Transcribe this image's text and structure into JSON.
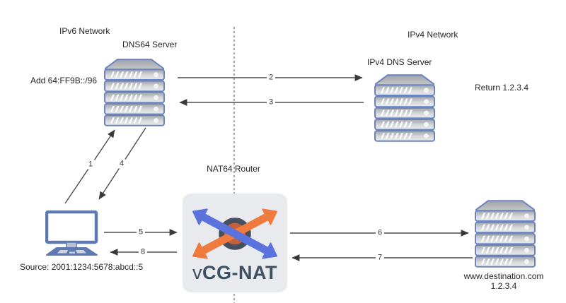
{
  "colors": {
    "arrow_blue": "#5b74dd",
    "arrow_orange": "#ef7a3e",
    "ring_stroke": "#46505e",
    "ring_fill": "#c4613c",
    "router_box_bg": "#e8eaed",
    "router_label_color": "#3d4f63",
    "server_border": "#6b84bd",
    "monitor_border": "#5f7ab2",
    "line_color": "#4d4d4d"
  },
  "zones": {
    "ipv6_label": "IPv6 Network",
    "ipv4_label": "IPv4 Network"
  },
  "divider": {
    "label": "NAT64 Router"
  },
  "nodes": {
    "dns64": {
      "label": "DNS64 Server",
      "note": "Add 64:FF9B::/96"
    },
    "ipv4dns": {
      "label": "IPv4 DNS Server",
      "note": "Return 1.2.3.4"
    },
    "client": {
      "caption": "Source: 2001:1234:5678:abcd::5"
    },
    "router": {
      "label": "vCG-NAT"
    },
    "destination": {
      "caption_line1": "www.destination.com",
      "caption_line2": "1.2.3.4"
    }
  },
  "flows": [
    {
      "step": "1",
      "from": "client",
      "to": "dns64"
    },
    {
      "step": "2",
      "from": "dns64",
      "to": "ipv4dns"
    },
    {
      "step": "3",
      "from": "ipv4dns",
      "to": "dns64"
    },
    {
      "step": "4",
      "from": "dns64",
      "to": "client"
    },
    {
      "step": "5",
      "from": "client",
      "to": "router"
    },
    {
      "step": "6",
      "from": "router",
      "to": "destination"
    },
    {
      "step": "7",
      "from": "destination",
      "to": "router"
    },
    {
      "step": "8",
      "from": "router",
      "to": "client"
    }
  ]
}
